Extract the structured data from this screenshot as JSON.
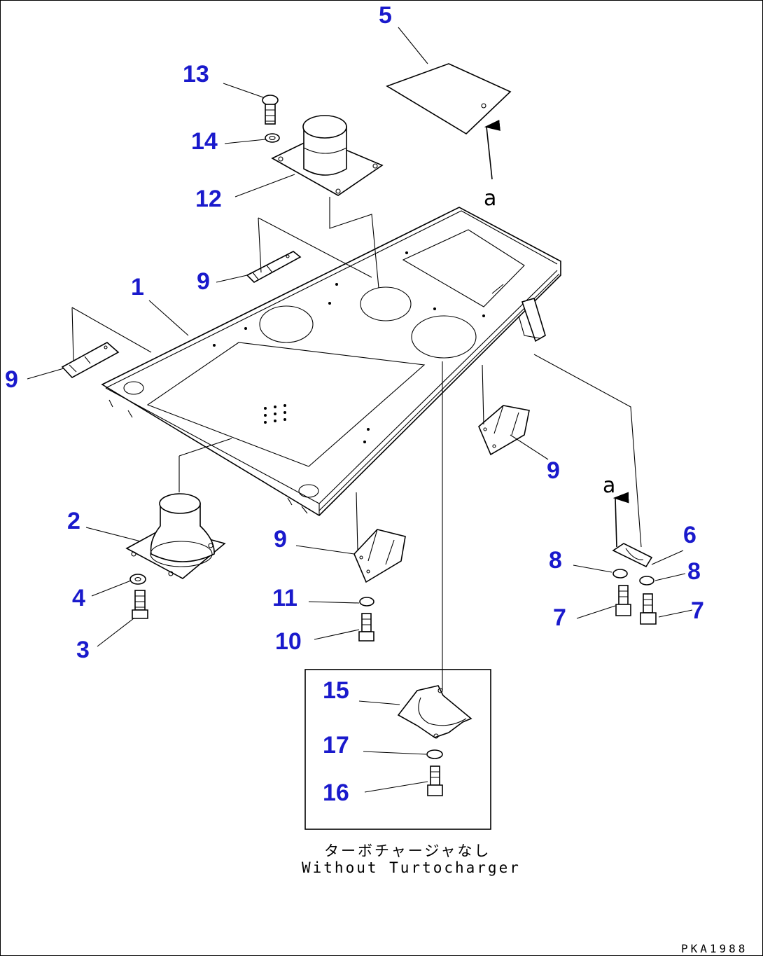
{
  "diagram": {
    "part_numbers": {
      "n1": "1",
      "n2": "2",
      "n3": "3",
      "n4": "4",
      "n5": "5",
      "n6": "6",
      "n7a": "7",
      "n7b": "7",
      "n8a": "8",
      "n8b": "8",
      "n9a": "9",
      "n9b": "9",
      "n9c": "9",
      "n9d": "9",
      "n10": "10",
      "n11": "11",
      "n12": "12",
      "n13": "13",
      "n14": "14",
      "n15": "15",
      "n16": "16",
      "n17": "17"
    },
    "view_refs": {
      "a_top": "a",
      "a_bottom": "a"
    },
    "inset_caption_jp": "ターボチャージャなし",
    "inset_caption_en": "Without Turtocharger",
    "drawing_code": "PKA1988"
  },
  "colors": {
    "label": "#1a1acc",
    "line": "#000000",
    "background": "#ffffff"
  }
}
